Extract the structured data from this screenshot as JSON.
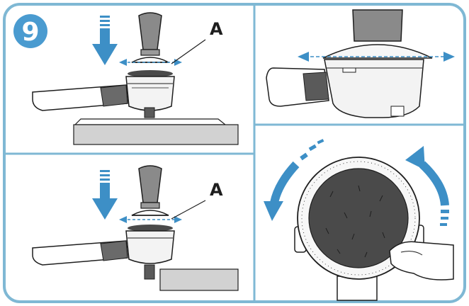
{
  "step": {
    "number": "9"
  },
  "labels": {
    "a_top": "A",
    "a_bottom": "A"
  },
  "colors": {
    "frame": "#7fb8d4",
    "accent": "#3d8fc6",
    "badge": "#4a9bd0",
    "tamper": "#8a8a8a",
    "counter": "#d2d2d2",
    "coffee": "#4a4a4a",
    "outline": "#1e1e1e"
  },
  "icons": [
    "down-arrow-icon",
    "level-arrow-icon",
    "rotate-arrow-icon"
  ]
}
